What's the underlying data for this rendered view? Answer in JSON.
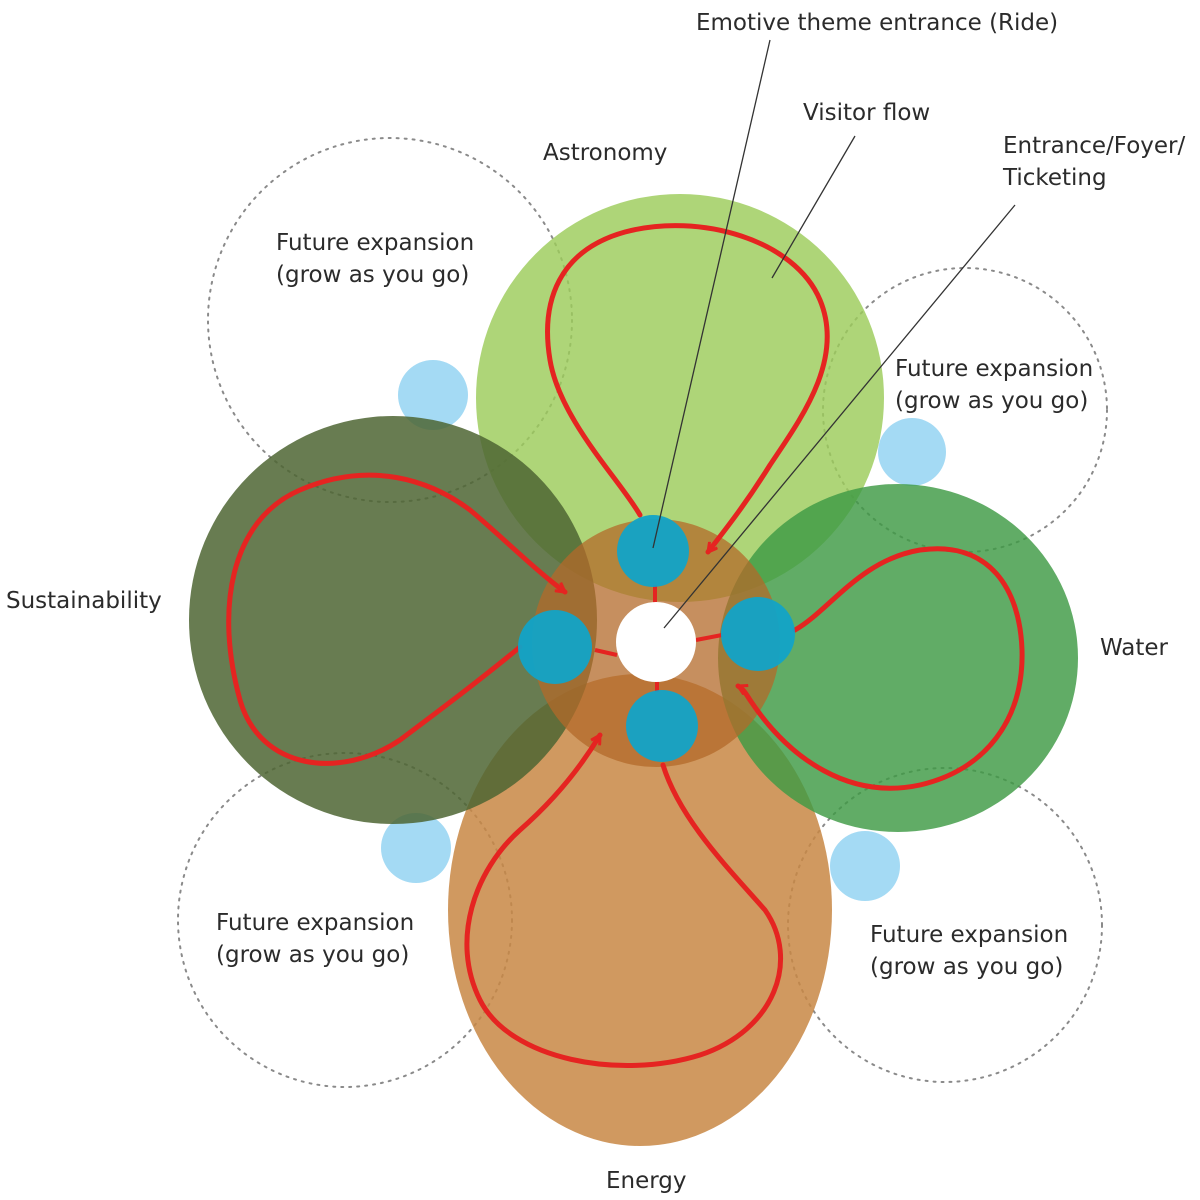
{
  "labels": {
    "emotive_entrance": "Emotive theme entrance (Ride)",
    "visitor_flow": "Visitor flow",
    "entrance_line1": "Entrance/Foyer/",
    "entrance_line2": "Ticketing",
    "astronomy": "Astronomy",
    "sustainability": "Sustainability",
    "water": "Water",
    "energy": "Energy",
    "future_tl_line1": "Future expansion",
    "future_tl_line2": "(grow as you go)",
    "future_tr_line1": "Future expansion",
    "future_tr_line2": "(grow as you go)",
    "future_bl_line1": "Future expansion",
    "future_bl_line2": "(grow as you go)",
    "future_br_line1": "Future expansion",
    "future_br_line2": "(grow as you go)"
  },
  "colors": {
    "astronomy": "#9ccc5a",
    "sustainability": "#4d6532",
    "water": "#3e9a44",
    "energy": "#c88744",
    "hub": "#b36a2a",
    "ride_node": "#12a3c7",
    "future_node": "#9fd8f3",
    "visitor_flow": "#e52421",
    "foyer": "#ffffff"
  }
}
